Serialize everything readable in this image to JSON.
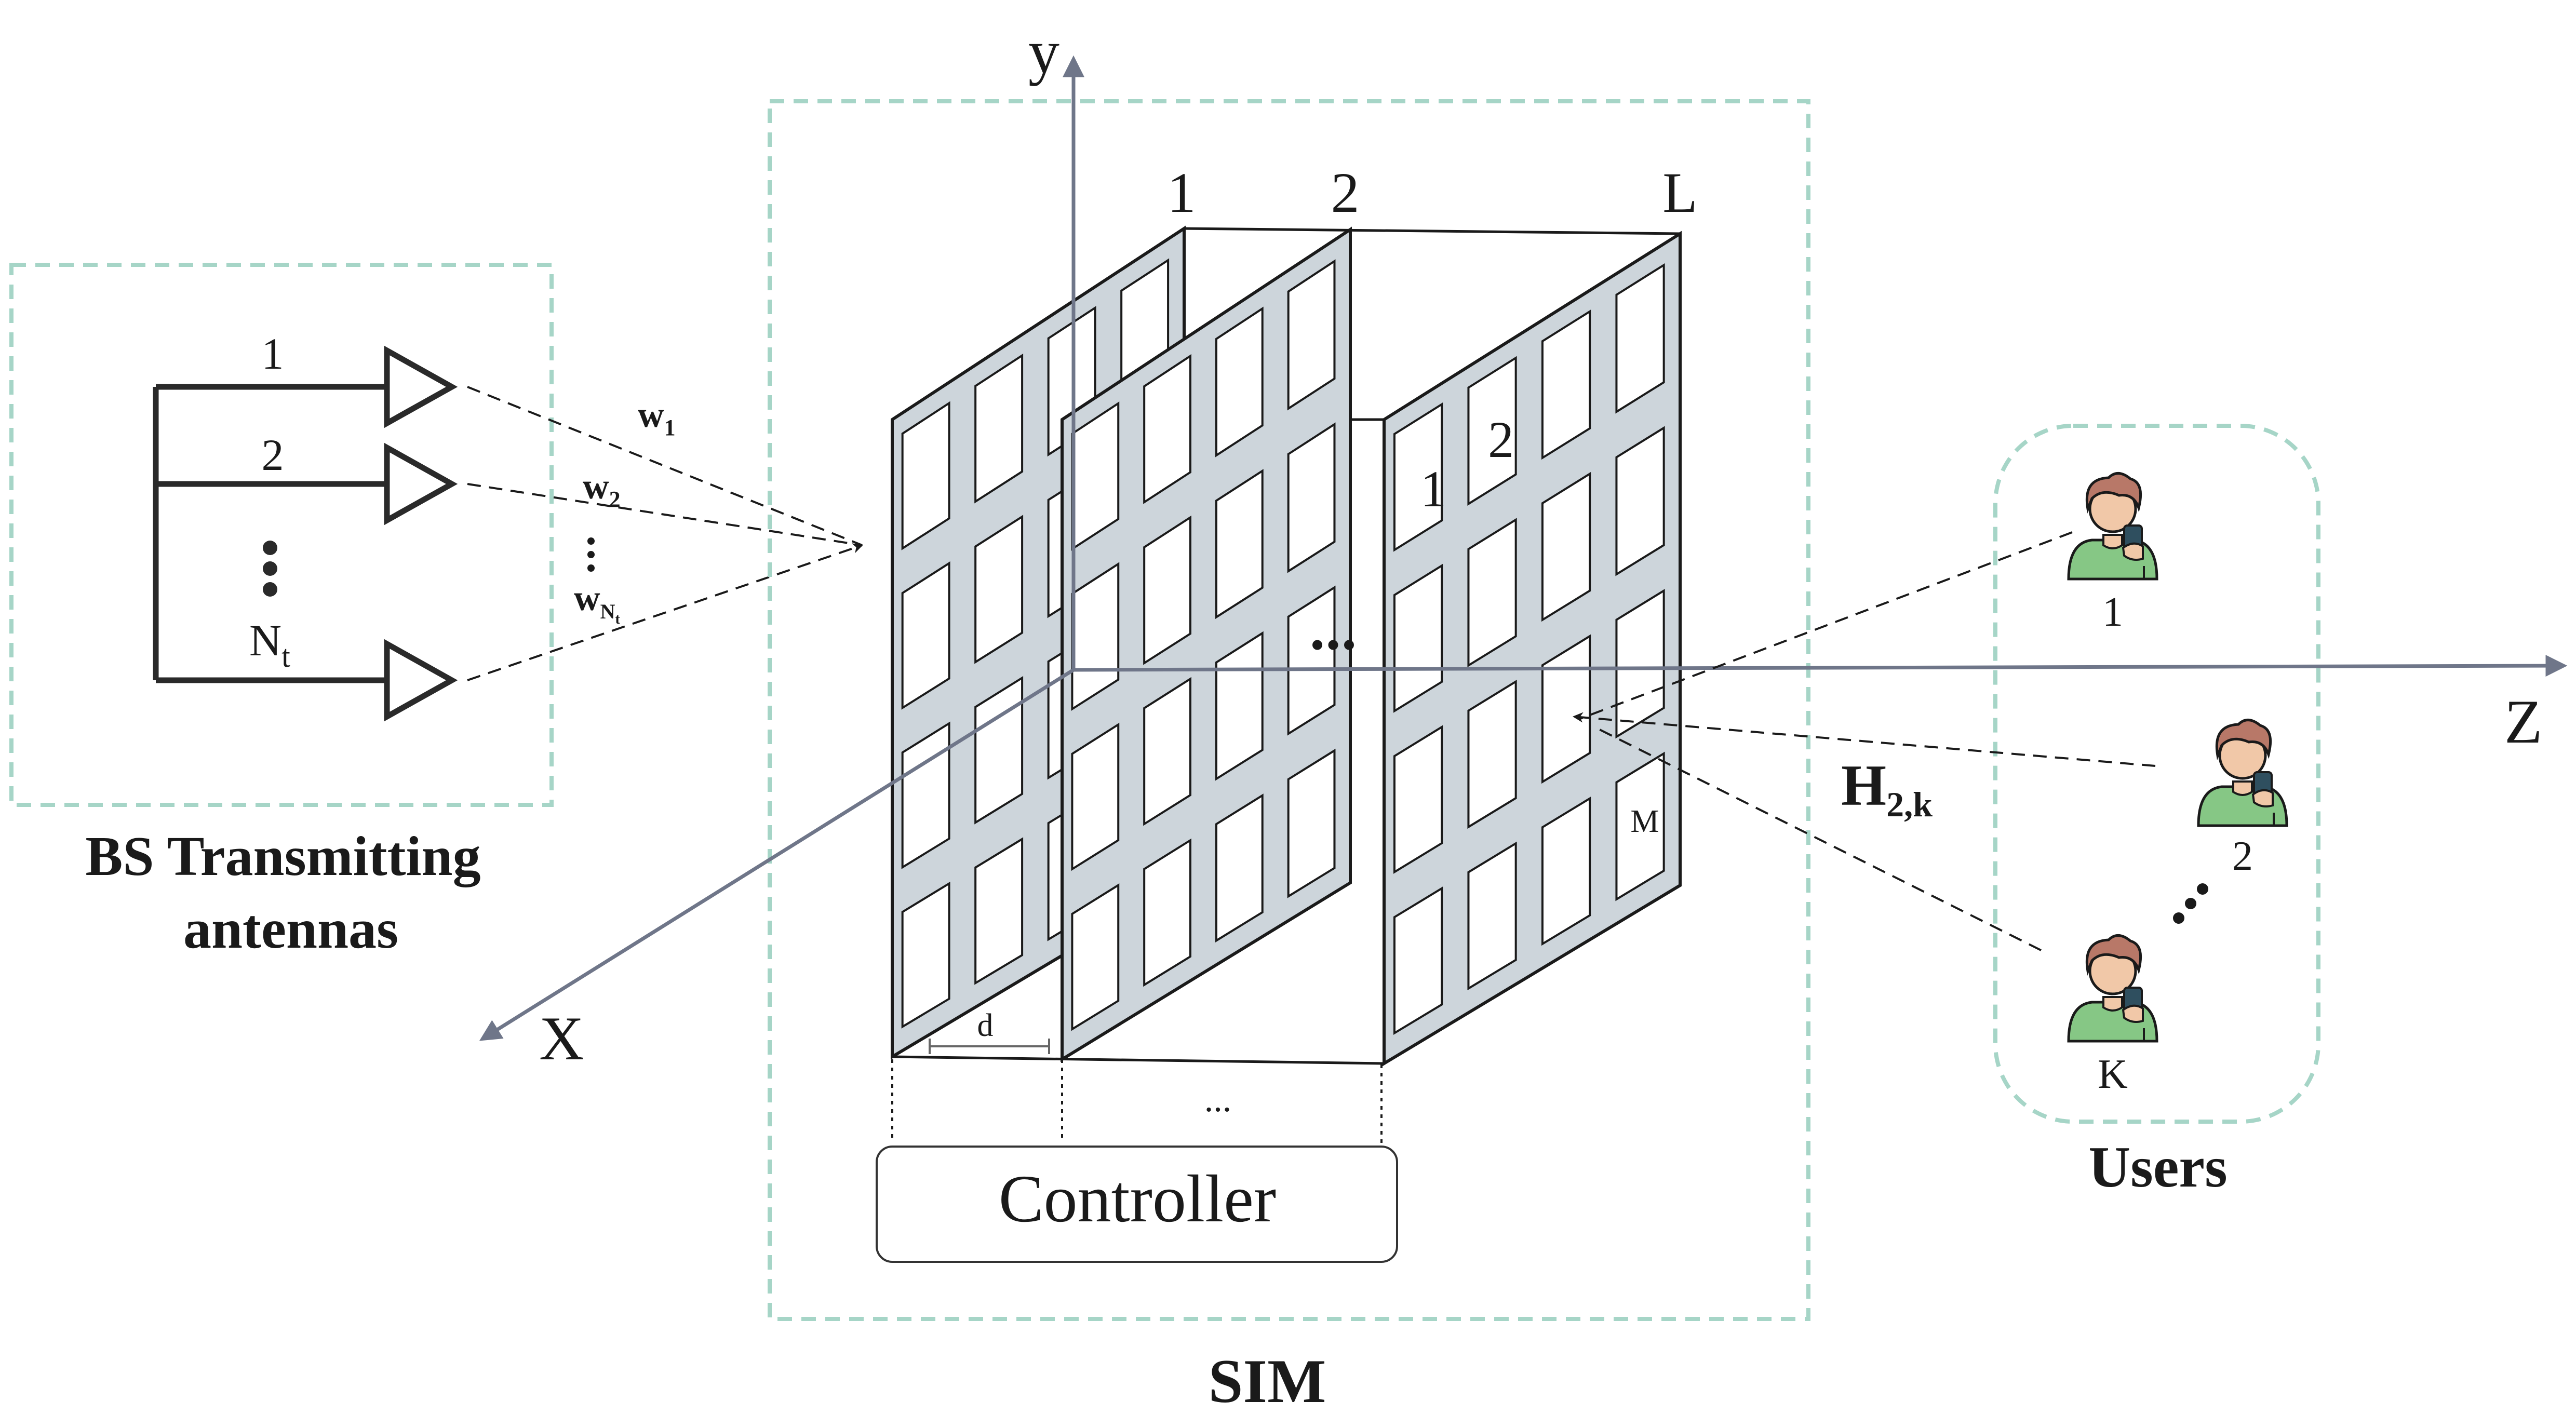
{
  "bs": {
    "caption_line1": "BS Transmitting",
    "caption_line2": "antennas",
    "antenna_labels": [
      "1",
      "2"
    ],
    "antenna_last_base": "N",
    "antenna_last_sub": "t",
    "weights": [
      {
        "base": "w",
        "sub": "1"
      },
      {
        "base": "w",
        "sub": "2"
      },
      {
        "base": "w",
        "sub": "N",
        "subsub": "t"
      }
    ]
  },
  "axes": {
    "x": "x",
    "y": "y",
    "z": "z"
  },
  "sim": {
    "caption": "SIM",
    "layer_labels": [
      "1",
      "2",
      "L"
    ],
    "element_labels": [
      "1",
      "2"
    ],
    "last_element_label": "M",
    "spacing_label": "d",
    "between_layers_dots": "•••",
    "controller_dots": "...",
    "controller_label": "Controller"
  },
  "channel": {
    "base": "H",
    "sub": "2,k"
  },
  "users": {
    "caption": "Users",
    "labels": [
      "1",
      "2",
      "K"
    ]
  },
  "colors": {
    "panel_fill": "#cdd5db",
    "outline": "#1a1a1a",
    "axis": "#6f7689",
    "box_dash": "#a6d5c7",
    "user_shirt": "#86c785",
    "user_hair": "#b87868",
    "user_skin": "#f1c8a8",
    "user_phone": "#2f4f5f"
  }
}
